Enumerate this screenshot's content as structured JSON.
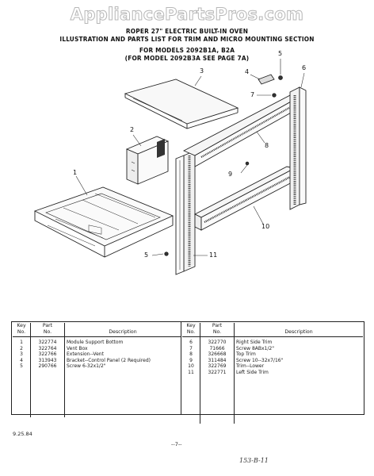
{
  "watermark": "AppliancePartsPros.com",
  "header": {
    "line1": "ROPER 27\" ELECTRIC BUILT-IN OVEN",
    "line2": "ILLUSTRATION AND PARTS LIST FOR TRIM AND MICRO MOUNTING SECTION",
    "line3": "FOR MODELS 2092B1A, B2A",
    "line4": "(FOR MODEL 2092B3A SEE PAGE 7A)"
  },
  "callouts": [
    "1",
    "2",
    "3",
    "4",
    "5",
    "5",
    "6",
    "7",
    "8",
    "9",
    "10",
    "11"
  ],
  "table_headers": {
    "key_no": [
      "Key",
      "No."
    ],
    "part_no": [
      "Part",
      "No."
    ],
    "description": "Description"
  },
  "parts_left": [
    {
      "key": "1",
      "part": "322774",
      "desc": "Module Support Bottom"
    },
    {
      "key": "2",
      "part": "322764",
      "desc": "Vent Box"
    },
    {
      "key": "3",
      "part": "322766",
      "desc": "Extension--Vent"
    },
    {
      "key": "4",
      "part": "313943",
      "desc": "Bracket--Control Panel (2 Required)"
    },
    {
      "key": "5",
      "part": "290766",
      "desc": "Screw 6-32x1/2\""
    }
  ],
  "parts_right": [
    {
      "key": "6",
      "part": "322770",
      "desc": "Right Side Trim"
    },
    {
      "key": "7",
      "part": "71666",
      "desc": "Screw 8ABx1/2\""
    },
    {
      "key": "8",
      "part": "326668",
      "desc": "Top Trim"
    },
    {
      "key": "9",
      "part": "311484",
      "desc": "Screw 10--32x7/16\""
    },
    {
      "key": "10",
      "part": "322769",
      "desc": "Trim--Lower"
    },
    {
      "key": "11",
      "part": "322771",
      "desc": "Left Side Trim"
    }
  ],
  "footer": {
    "date": "9.25.84",
    "page": "--7--",
    "handwritten": "153-B-11"
  }
}
